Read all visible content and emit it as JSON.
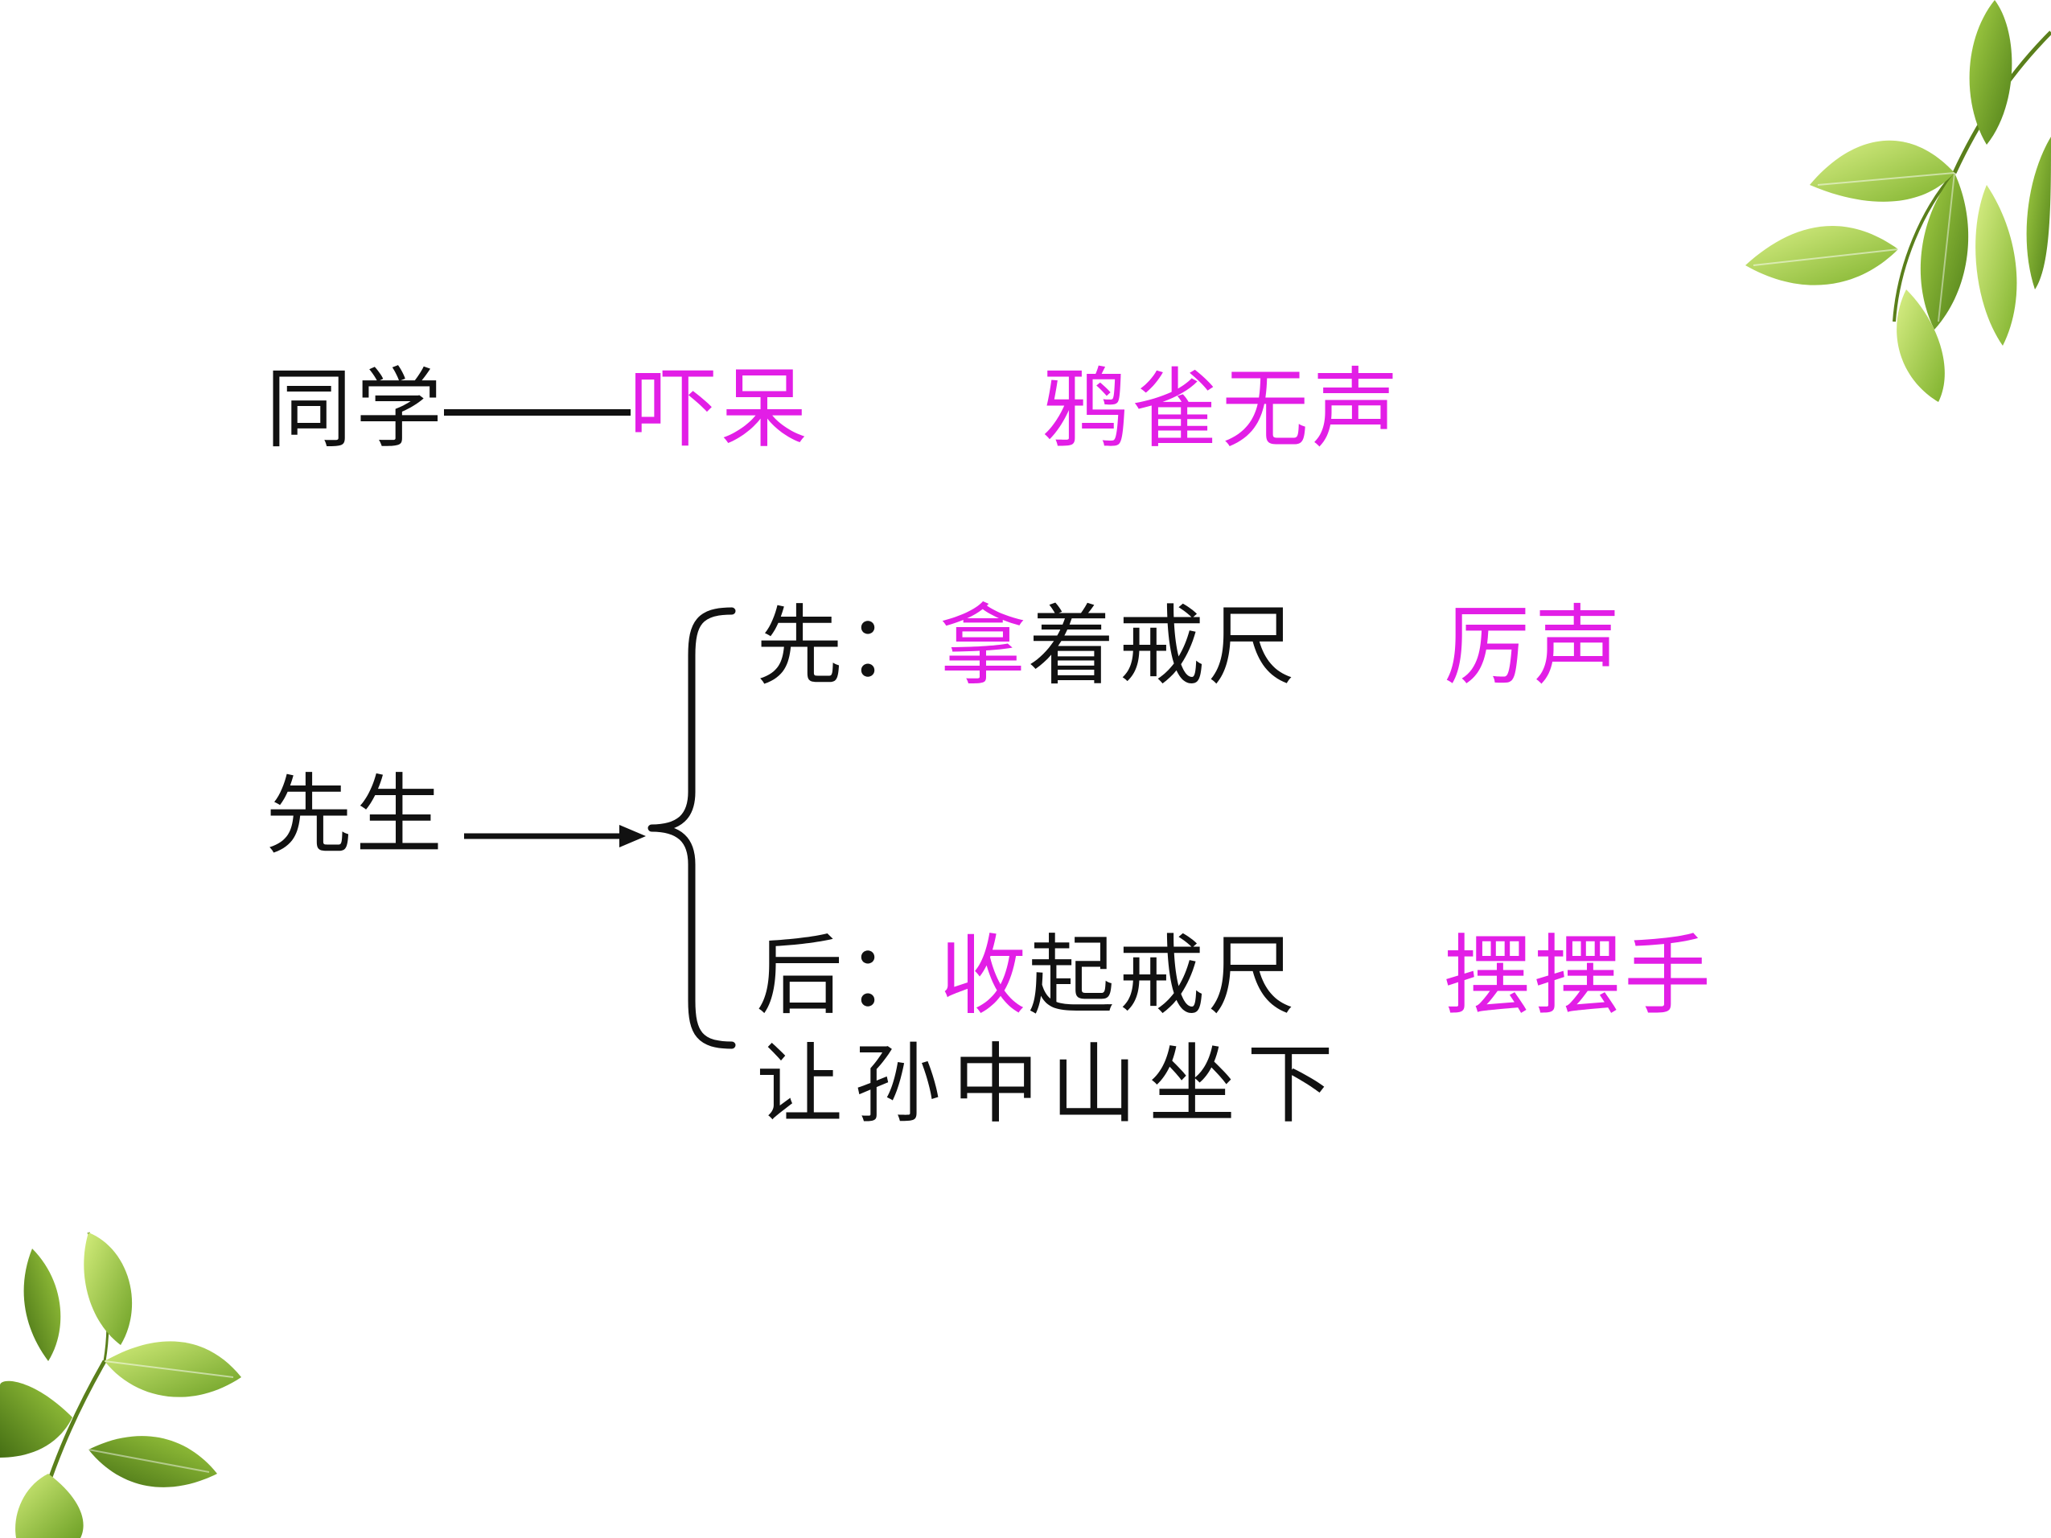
{
  "slide": {
    "line1": {
      "subject": "同学",
      "word1": "吓呆",
      "word2": "鸦雀无声"
    },
    "teacher": {
      "label": "先生"
    },
    "branch_before": {
      "label": "先：",
      "verb": "拿",
      "rest": "着戒尺",
      "adverb": "厉声"
    },
    "branch_after": {
      "label": "后：",
      "verb": "收",
      "rest": "起戒尺",
      "adverb": "摆摆手",
      "continuation": "让孙中山坐下"
    }
  },
  "colors": {
    "text": "#111111",
    "highlight": "#e21ee6",
    "leaf_light": "#b9dc4d",
    "leaf_dark": "#5f8f1f"
  },
  "icons": {
    "top_right": "leaf-cluster-icon",
    "bottom_left": "leaf-cluster-icon",
    "connector": "arrow-right-icon",
    "grouping": "left-brace-icon"
  }
}
